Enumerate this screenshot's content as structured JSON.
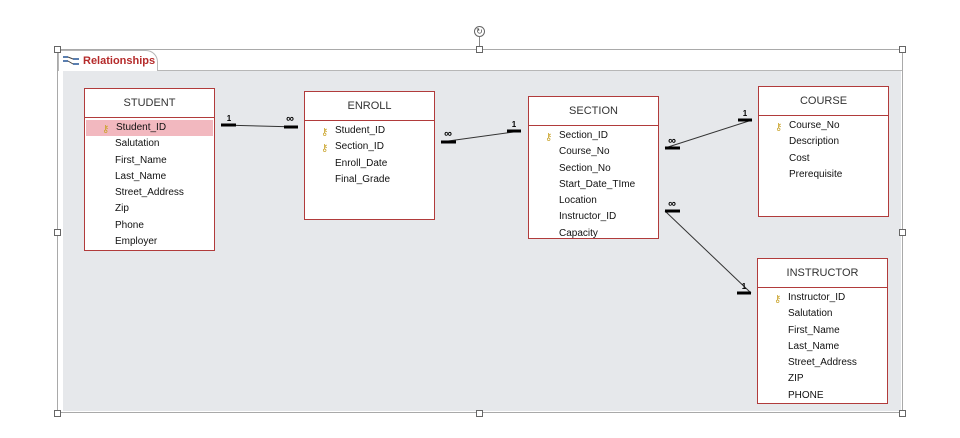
{
  "tab": {
    "label": "Relationships",
    "icon": "relationships-icon"
  },
  "tables": [
    {
      "id": "student",
      "title": "STUDENT",
      "fields": [
        {
          "name": "Student_ID",
          "key": true,
          "selected": true
        },
        {
          "name": "Salutation"
        },
        {
          "name": "First_Name"
        },
        {
          "name": "Last_Name"
        },
        {
          "name": "Street_Address"
        },
        {
          "name": "Zip"
        },
        {
          "name": "Phone"
        },
        {
          "name": "Employer"
        }
      ]
    },
    {
      "id": "enroll",
      "title": "ENROLL",
      "fields": [
        {
          "name": "Student_ID",
          "key": true
        },
        {
          "name": "Section_ID",
          "key": true
        },
        {
          "name": "Enroll_Date"
        },
        {
          "name": "Final_Grade"
        }
      ]
    },
    {
      "id": "section",
      "title": "SECTION",
      "fields": [
        {
          "name": "Section_ID",
          "key": true
        },
        {
          "name": "Course_No"
        },
        {
          "name": "Section_No"
        },
        {
          "name": "Start_Date_TIme"
        },
        {
          "name": "Location"
        },
        {
          "name": "Instructor_ID"
        },
        {
          "name": "Capacity"
        }
      ]
    },
    {
      "id": "course",
      "title": "COURSE",
      "fields": [
        {
          "name": "Course_No",
          "key": true
        },
        {
          "name": "Description"
        },
        {
          "name": "Cost"
        },
        {
          "name": "Prerequisite"
        }
      ]
    },
    {
      "id": "instructor",
      "title": "INSTRUCTOR",
      "fields": [
        {
          "name": "Instructor_ID",
          "key": true
        },
        {
          "name": "Salutation"
        },
        {
          "name": "First_Name"
        },
        {
          "name": "Last_Name"
        },
        {
          "name": "Street_Address"
        },
        {
          "name": "ZIP"
        },
        {
          "name": "PHONE"
        }
      ]
    }
  ],
  "relationships": [
    {
      "from": "student",
      "to": "enroll",
      "from_card": "1",
      "to_card": "∞"
    },
    {
      "from": "enroll",
      "to": "section",
      "from_card": "∞",
      "to_card": "1"
    },
    {
      "from": "section",
      "to": "course",
      "from_card": "∞",
      "to_card": "1"
    },
    {
      "from": "section",
      "to": "instructor",
      "from_card": "∞",
      "to_card": "1"
    }
  ]
}
